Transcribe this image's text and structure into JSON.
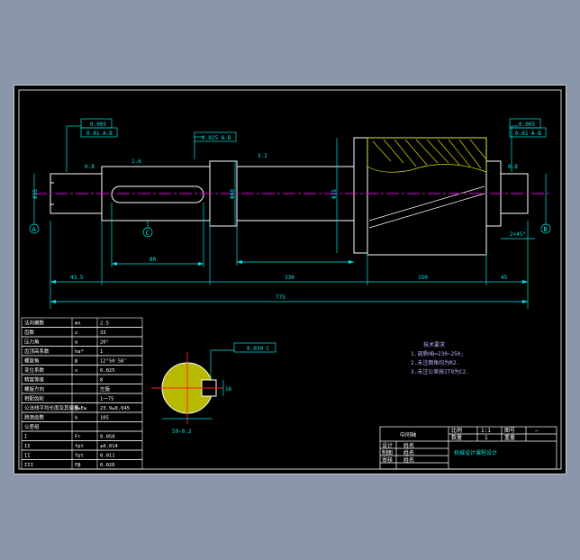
{
  "colors": {
    "background": "#8a97aa",
    "sheet": "#000000",
    "outline": "#ffffff",
    "dimension": "#00e5e5",
    "centerline": "#e000e0",
    "hatch": "#d9d900",
    "section_axis": "#ff2020",
    "note": "#b9b9ff"
  },
  "datums": {
    "a": "A",
    "b": "B",
    "c": "C"
  },
  "gdt": {
    "left_top": "0.005",
    "left_bottom": "0.01  A-B",
    "middle": "0.025  A-B",
    "right_top": "0.005",
    "right_bottom": "0.01  A-B",
    "section": "0.030  C"
  },
  "surface_marks": {
    "left_journal": "0.8",
    "keyway": "1.6",
    "middle": "3.2",
    "right_journal": "0.8"
  },
  "dimensions": {
    "left_len": "43.5",
    "key_len": "80",
    "middle_len": "330",
    "gear_len": "150",
    "right_len": "45",
    "overall": "775",
    "dia_1": "Φ55",
    "dia_2": "Φ60",
    "dia_3": "Φ75",
    "right_small": "2×45°",
    "section_width": "16",
    "section_depth": "59-0.2"
  },
  "param_table": {
    "rows": [
      {
        "c1": "法向模数",
        "c2": "mn",
        "c3": "2.5"
      },
      {
        "c1": "齿数",
        "c2": "z",
        "c3": "33"
      },
      {
        "c1": "压力角",
        "c2": "α",
        "c3": "20°"
      },
      {
        "c1": "齿顶高系数",
        "c2": "ha*",
        "c3": "1"
      },
      {
        "c1": "螺旋角",
        "c2": "β",
        "c3": "12°50′58″"
      },
      {
        "c1": "变位系数",
        "c2": "x",
        "c3": "0.025"
      },
      {
        "c1": "精度等级",
        "c2": "",
        "c3": "8"
      },
      {
        "c1": "螺旋方向",
        "c2": "",
        "c3": "左旋"
      },
      {
        "c1": "相配齿轮",
        "c2": "",
        "c3": "1一75"
      },
      {
        "c1": "公法线平均长度及其偏差",
        "c2": "W±Ew",
        "c3": "23.9±0.045"
      },
      {
        "c1": "跨测齿数",
        "c2": "k",
        "c3": "105"
      },
      {
        "c1": "公差组",
        "c2": "",
        "c3": ""
      },
      {
        "c1": "I",
        "c2": "Fr",
        "c3": "0.050"
      },
      {
        "c1": "II",
        "c2": "fpt",
        "c3": "±0.014"
      },
      {
        "c1": "II",
        "c2": "fpt",
        "c3": "0.011"
      },
      {
        "c1": "III",
        "c2": "Fβ",
        "c3": "0.026"
      }
    ]
  },
  "notes": {
    "title": "技术要求",
    "line1": "1.调质HB=230~250;",
    "line2": "2.未注倒角均为R2.",
    "line3": "3.未注公差按IT9为C2."
  },
  "title_block": {
    "part_name": "中间轴",
    "scale_label": "比例",
    "scale_value": "1:1",
    "drawing_no_label": "图号",
    "drawing_no_value": "—",
    "qty_label": "数量",
    "qty_value": "1",
    "weight_label": "重量",
    "row1_label": "设计",
    "row1_value": "姓名",
    "row2_label": "制图",
    "row2_value": "姓名",
    "row3_label": "审核",
    "row3_value": "姓名",
    "school": "机械设计课程设计"
  }
}
